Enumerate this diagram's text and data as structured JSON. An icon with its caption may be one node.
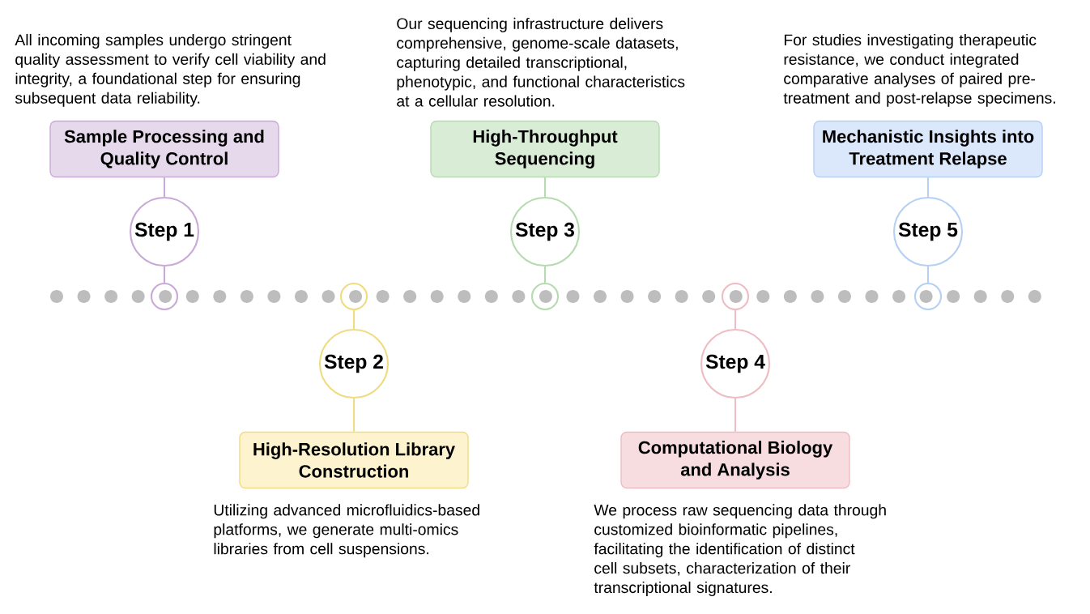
{
  "diagram": {
    "nodes": [
      {
        "text": [
          "Sample Processing and Quality Control"
        ],
        "beside": [
          "All incoming samples undergo stringent quality assessment to verify cell viability and integrity, a foundational step for ensuring subsequent data reliability."
        ]
      },
      {
        "text": [
          "Step 1"
        ]
      },
      {
        "text": [],
        "shape": "circle"
      },
      {
        "text": [
          "High-Resolution Library Construction"
        ],
        "beside": [
          "Utilizing advanced microfluidics-based platforms, we generate multi-omics libraries from cell suspensions."
        ]
      },
      {
        "text": [
          "Step 2"
        ]
      },
      {
        "text": [],
        "shape": "circle"
      },
      {
        "text": [
          "High-Throughput Sequencing"
        ],
        "beside": [
          "Our sequencing infrastructure delivers comprehensive, genome-scale datasets, capturing detailed transcriptional, phenotypic, and functional characteristics at a cellular resolution."
        ]
      },
      {
        "text": [
          "Step 3"
        ]
      },
      {
        "text": [],
        "shape": "circle"
      },
      {
        "text": [
          "Computational Biology and Analysis"
        ],
        "beside": [
          "We process raw sequencing data through customized bioinformatic pipelines, facilitating the identification of distinct cell subsets, characterization of their transcriptional signatures."
        ]
      },
      {
        "text": [
          "Step 4"
        ]
      },
      {
        "text": [],
        "shape": "circle"
      },
      {
        "text": [
          "Mechanistic Insights into Treatment Relapse"
        ],
        "beside": [
          "For studies investigating therapeutic resistance, we conduct integrated comparative analyses of paired pre-treatment and post-relapse specimens."
        ]
      },
      {
        "text": [
          "Step 5"
        ]
      },
      {
        "text": [],
        "shape": "circle"
      }
    ],
    "edges": [
      {
        "from": 0,
        "to": 1,
        "arrow": "none",
        "color": "#c9a9d6"
      },
      {
        "from": 1,
        "to": 2,
        "arrow": "none",
        "color": "#c9a9d6"
      },
      {
        "from": 3,
        "to": 4,
        "arrow": "none",
        "color": "#f0dc80"
      },
      {
        "from": 4,
        "to": 5,
        "arrow": "none",
        "color": "#f0dc80"
      },
      {
        "from": 6,
        "to": 7,
        "arrow": "none",
        "color": "#b6dbb0"
      },
      {
        "from": 7,
        "to": 8,
        "arrow": "none",
        "color": "#b6dbb0"
      },
      {
        "from": 9,
        "to": 10,
        "arrow": "none",
        "color": "#eebcc3"
      },
      {
        "from": 10,
        "to": 11,
        "arrow": "none",
        "color": "#eebcc3"
      },
      {
        "from": 12,
        "to": 13,
        "arrow": "none",
        "color": "#b5d0f2"
      },
      {
        "from": 13,
        "to": 14,
        "arrow": "none",
        "color": "#b5d0f2"
      }
    ]
  }
}
